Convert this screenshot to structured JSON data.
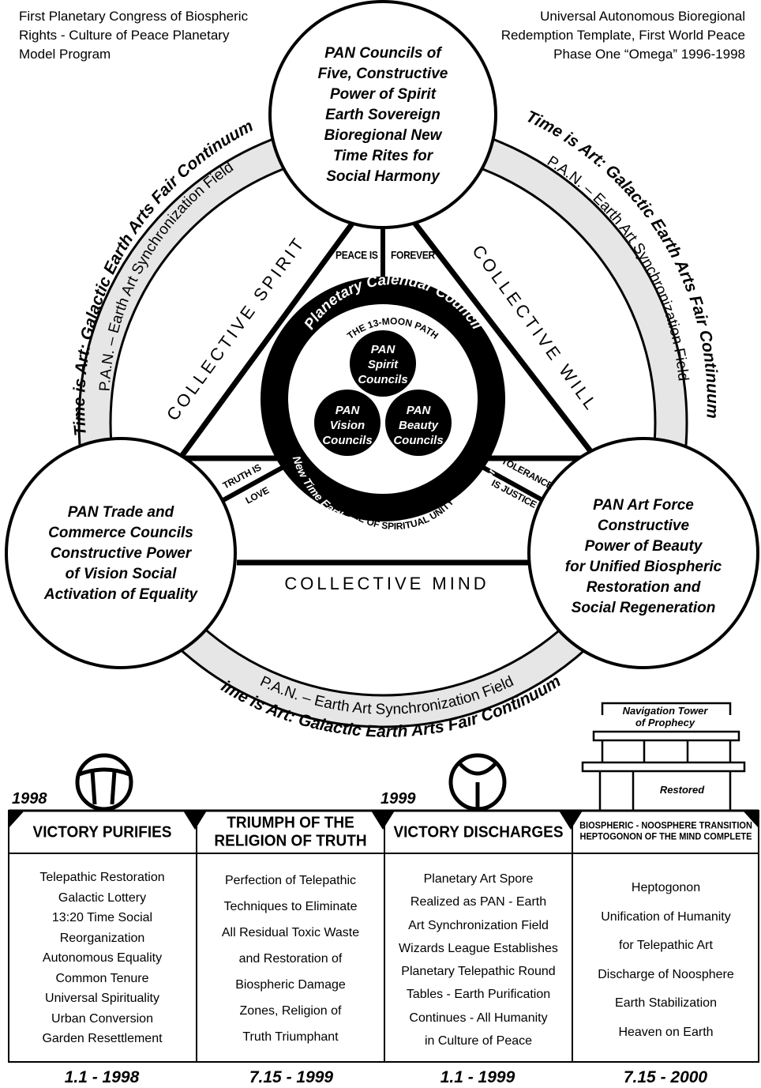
{
  "header": {
    "top_left": [
      "First Planetary Congress of Biospheric",
      "Rights - Culture of Peace Planetary",
      "Model Program"
    ],
    "top_right": [
      "Universal Autonomous Bioregional",
      "Redemption Template, First World Peace",
      "Phase One “Omega” 1996-1998"
    ]
  },
  "ring": {
    "arts_continuum": "Time is Art: Galactic Earth Arts Fair Continuum",
    "sync_field": "P.A.N. – Earth Art Synchronization Field"
  },
  "circles": {
    "top": [
      "PAN Councils of",
      "Five, Constructive",
      "Power of Spirit",
      "Earth Sovereign",
      "Bioregional New",
      "Time Rites for",
      "Social Harmony"
    ],
    "left": [
      "PAN Trade and",
      "Commerce Councils",
      "Constructive Power",
      "of Vision Social",
      "Activation of Equality"
    ],
    "right": [
      "PAN Art Force",
      "Constructive",
      "Power of Beauty",
      "for Unified Biospheric",
      "Restoration and",
      "Social Regeneration"
    ]
  },
  "triangle": {
    "left_side": "COLLECTIVE SPIRIT",
    "right_side": "COLLECTIVE WILL",
    "bottom_side": "COLLECTIVE MIND"
  },
  "spoke_labels": {
    "top_left": "PEACE IS",
    "top_right": "FOREVER",
    "left_top": "TRUTH IS",
    "left_bottom": "LOVE",
    "right_top": "TOLERANCE",
    "right_bottom": "IS JUSTICE"
  },
  "center": {
    "outer_top": "Planetary Calendar Council",
    "outer_bottom": "New Time Earth Education - New Time Info Network",
    "inner_top": "THE 13-MOON PATH",
    "inner_bottom": "CIRCLE OF SPIRITUAL UNITY",
    "spirit": [
      "PAN",
      "Spirit",
      "Councils"
    ],
    "vision": [
      "PAN",
      "Vision",
      "Councils"
    ],
    "beauty": [
      "PAN",
      "Beauty",
      "Councils"
    ]
  },
  "timeline": {
    "year_1998": "1998",
    "year_1999": "1999",
    "tower_label": [
      "Navigation Tower",
      "of Prophecy"
    ],
    "restored": "Restored",
    "columns": [
      {
        "head": [
          "VICTORY PURIFIES"
        ],
        "lines": [
          "Telepathic Restoration",
          "Galactic Lottery",
          "13:20 Time Social",
          "Reorganization",
          "Autonomous Equality",
          "Common Tenure",
          "Universal Spirituality",
          "Urban Conversion",
          "Garden Resettlement"
        ],
        "date": "1.1 - 1998"
      },
      {
        "head": [
          "TRIUMPH OF THE",
          "RELIGION OF TRUTH"
        ],
        "lines": [
          "Perfection of Telepathic",
          "Techniques to Eliminate",
          "All Residual Toxic Waste",
          "and Restoration of",
          "Biospheric Damage",
          "Zones, Religion of",
          "Truth Triumphant"
        ],
        "date": "7.15 - 1999"
      },
      {
        "head": [
          "VICTORY DISCHARGES"
        ],
        "lines": [
          "Planetary Art Spore",
          "Realized as PAN - Earth",
          "Art Synchronization Field",
          "Wizards League Establishes",
          "Planetary Telepathic Round",
          "Tables - Earth Purification",
          "Continues - All Humanity",
          "in Culture of Peace"
        ],
        "date": "1.1 - 1999"
      },
      {
        "head": [
          "BIOSPHERIC - NOOSPHERE TRANSITION",
          "HEPTOGONON OF THE MIND COMPLETE"
        ],
        "lines": [
          "Heptogonon",
          "Unification of Humanity",
          "for Telepathic Art",
          "Discharge of Noosphere",
          "Earth Stabilization",
          "Heaven on Earth"
        ],
        "date": "7.15 - 2000"
      }
    ]
  }
}
